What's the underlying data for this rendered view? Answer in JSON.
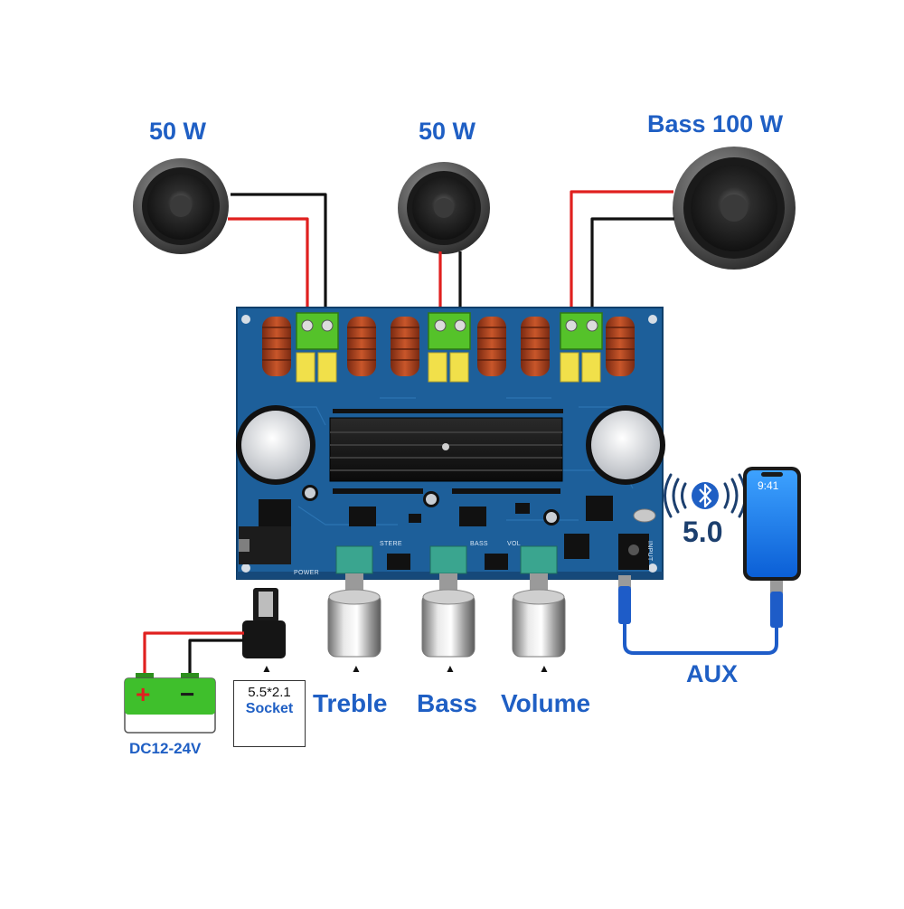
{
  "speakers": [
    {
      "label": "50 W"
    },
    {
      "label": "50 W"
    },
    {
      "label": "Bass 100 W"
    }
  ],
  "board": {
    "silkscreen": {
      "stereo": "STERE",
      "bass": "BASS",
      "vol": "VOL",
      "power": "POWER",
      "input": "INPUT"
    }
  },
  "controls": [
    {
      "label": "Treble"
    },
    {
      "label": "Bass"
    },
    {
      "label": "Volume"
    }
  ],
  "power": {
    "battery_label": "DC12-24V",
    "battery_plus": "+",
    "battery_minus": "−",
    "socket_size": "5.5*2.1",
    "socket_word": "Socket"
  },
  "bluetooth": {
    "version": "5.0",
    "icon": "bluetooth-icon"
  },
  "phone": {
    "time": "9:41"
  },
  "aux_label": "AUX",
  "colors": {
    "label_blue": "#1f5fc4",
    "pcb_blue": "#1d5f9a",
    "wire_red": "#e0201f",
    "wire_black": "#111111",
    "battery_green": "#3fbf2c",
    "cable_blue": "#1e5cc8"
  }
}
